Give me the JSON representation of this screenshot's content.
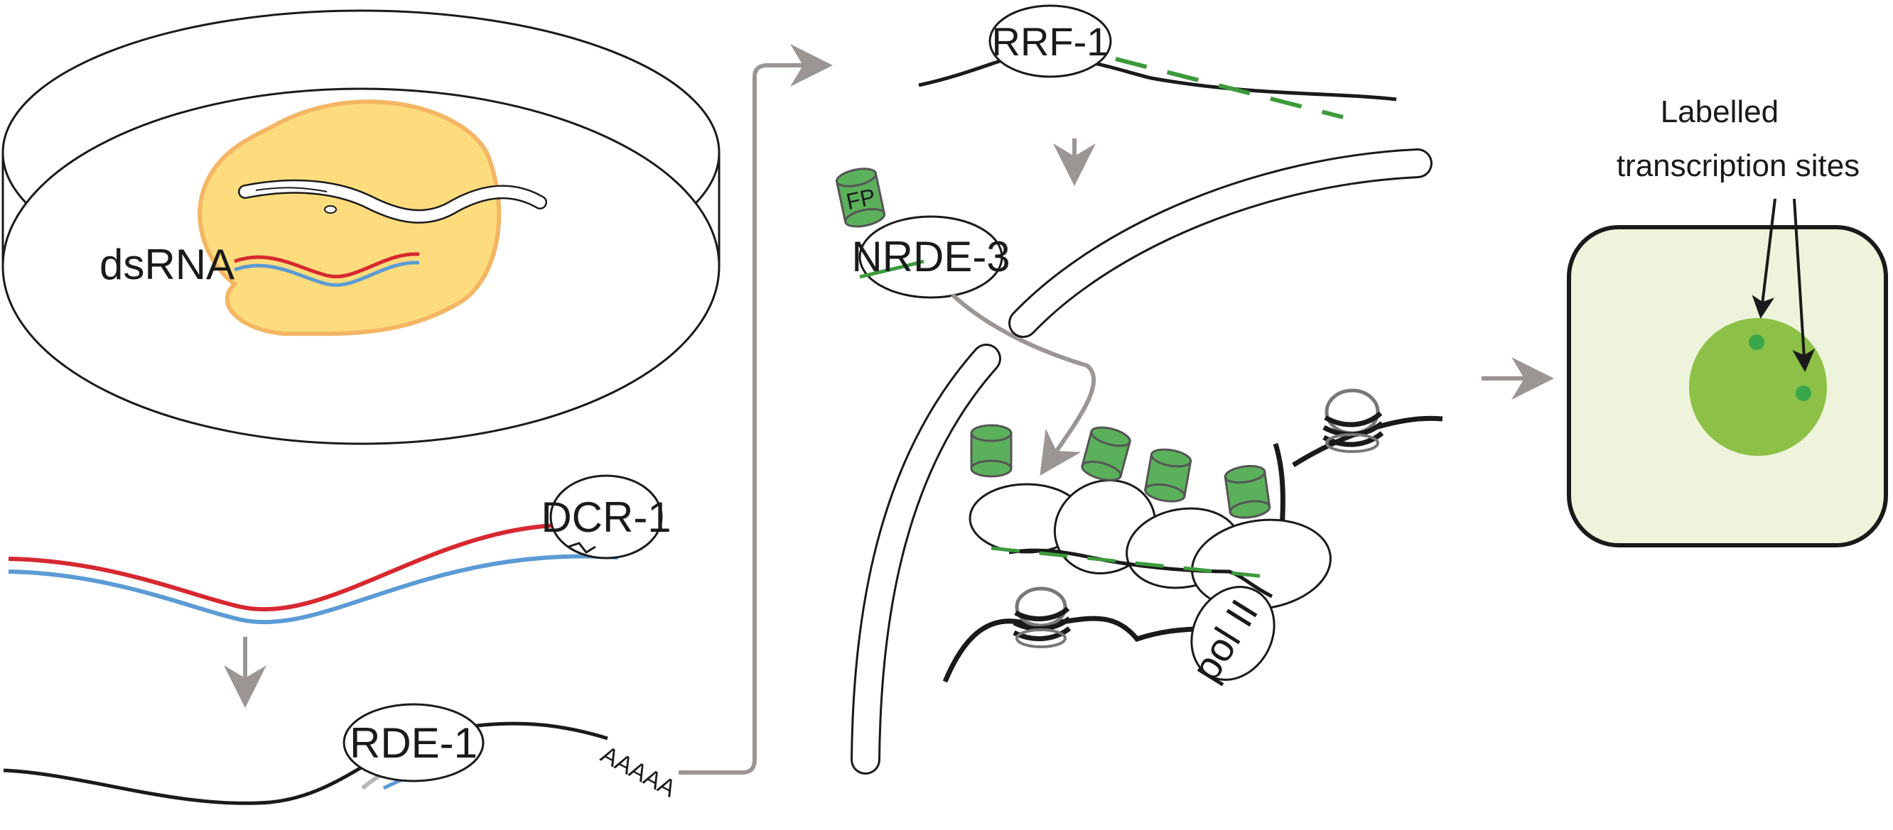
{
  "labels": {
    "dsrna": "dsRNA",
    "dcr1": "DCR-1",
    "rde1": "RDE-1",
    "polya": "AAAAA",
    "rrf1": "RRF-1",
    "nrde3": "NRDE-3",
    "fp": "FP",
    "pol2": "pol II",
    "transcription_sites": "Labelled transcription sites"
  },
  "colors": {
    "dsrna_sense": "#d7282f",
    "dsrna_antisense": "#5b9bd5",
    "sirna_green": "#3c9a3c",
    "fp_green": "#5bb05b",
    "flow_arrow": "#9b9693",
    "bacteria_fill": "#fddc7d",
    "bacteria_edge": "#f4b564",
    "cell_fill": "#eef3dc",
    "nucleus_fill": "#8dc047",
    "spot_fill": "#3aa64a"
  }
}
